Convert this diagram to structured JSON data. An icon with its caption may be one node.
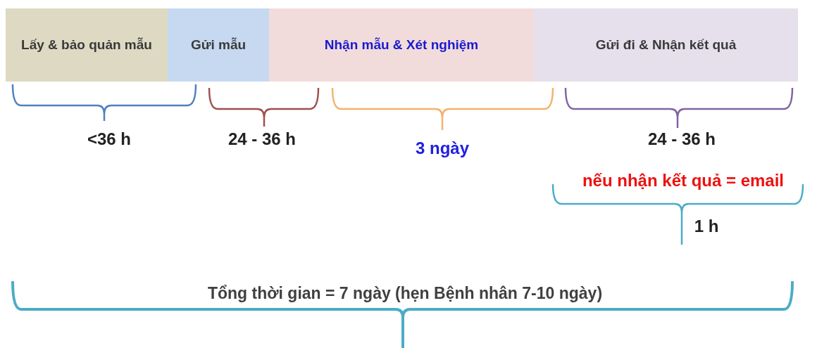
{
  "diagram": {
    "nodes": [
      {
        "text": [
          "Lấy & bảo quản mẫu"
        ]
      },
      {
        "text": [
          "Gửi mẫu"
        ]
      },
      {
        "text": [
          "Nhận mẫu & Xét nghiệm"
        ]
      },
      {
        "text": [
          "Gửi đi & Nhận kết quả"
        ]
      }
    ],
    "labels": [
      "<36 h",
      "24 - 36 h",
      "3 ngày",
      "24 - 36 h",
      "nếu nhận kết quả = email",
      "1 h",
      "Tổng thời gian = 7 ngày (hẹn Bệnh nhân 7-10 ngày)"
    ]
  }
}
